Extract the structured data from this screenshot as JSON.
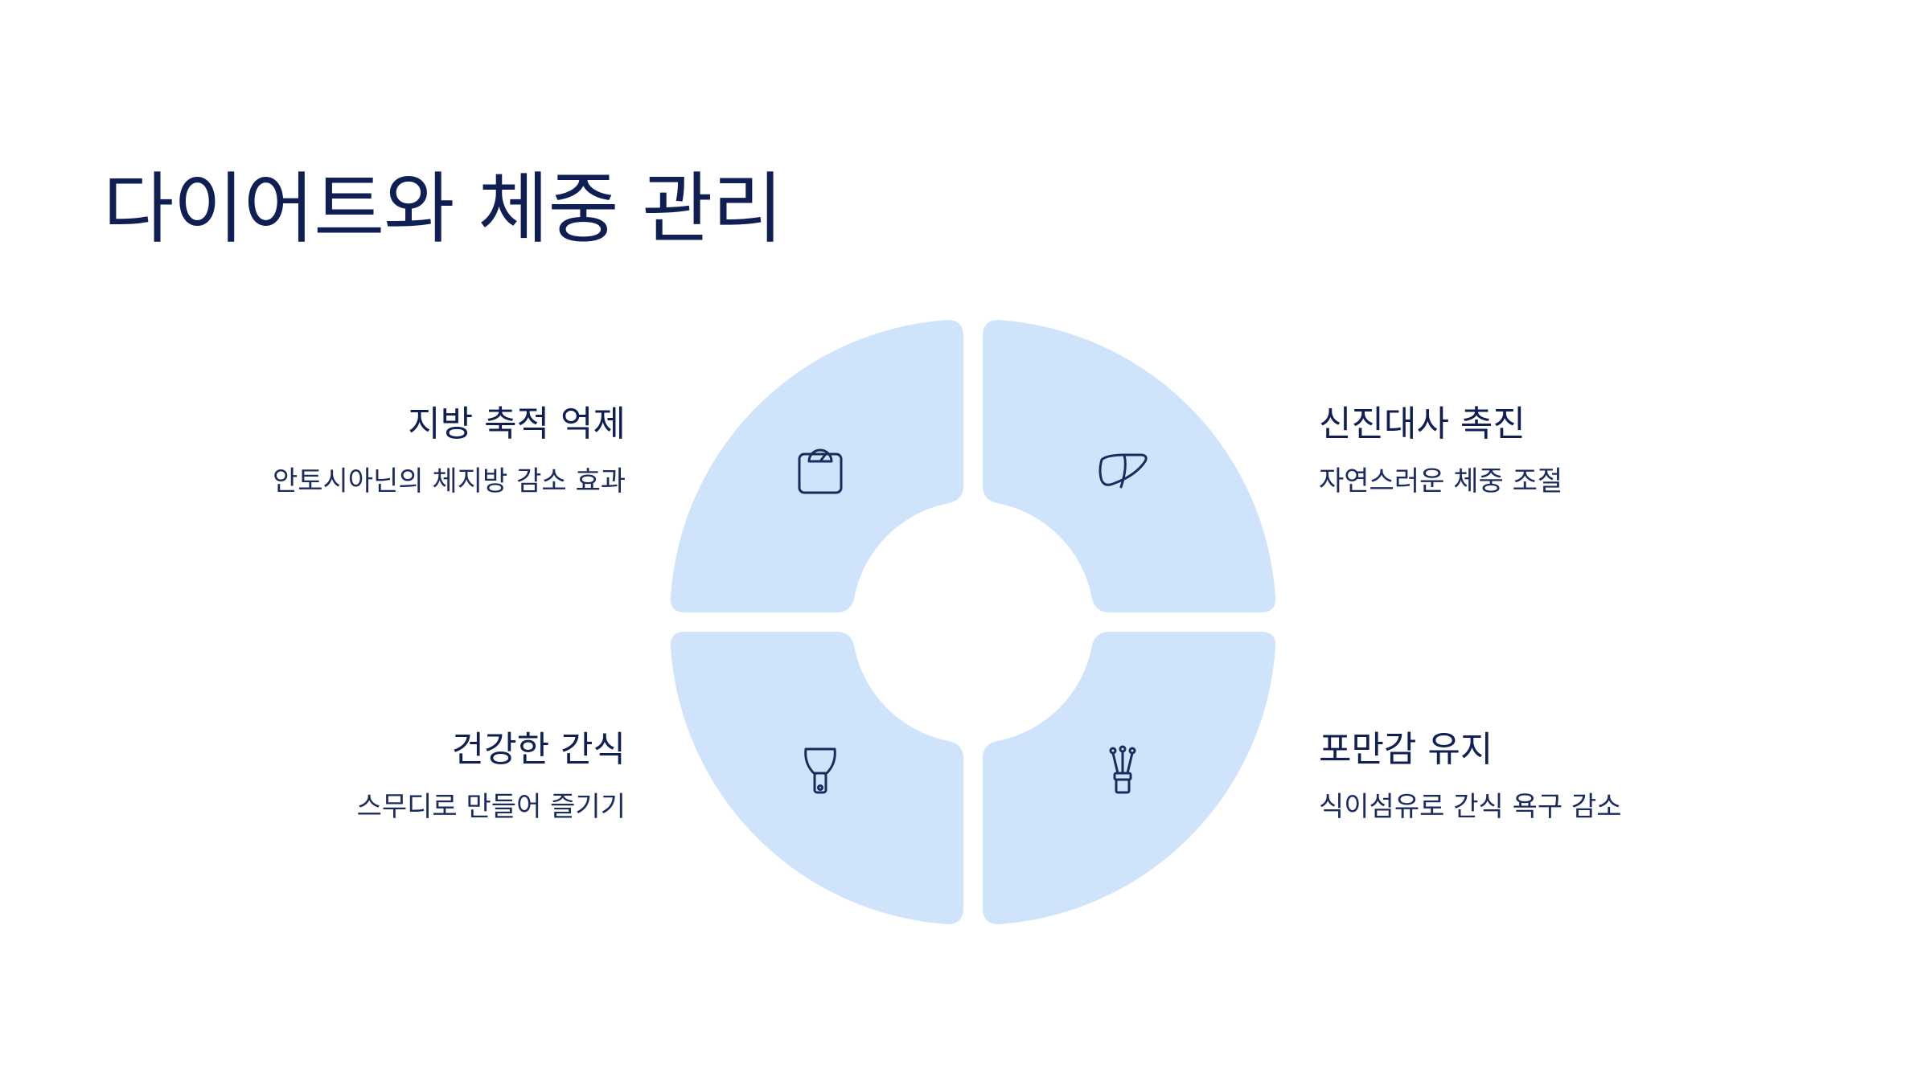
{
  "title": "다이어트와 체중 관리",
  "colors": {
    "segment": "#cfe4fb",
    "text": "#0f1f54",
    "icon": "#1b2b5e"
  },
  "segments": [
    {
      "id": "top-left",
      "icon": "scale-icon",
      "title": "지방 축적 억제",
      "description": "안토시아닌의 체지방 감소 효과"
    },
    {
      "id": "top-right",
      "icon": "liver-icon",
      "title": "신진대사 촉진",
      "description": "자연스러운 체중 조절"
    },
    {
      "id": "bottom-left",
      "icon": "spatula-icon",
      "title": "건강한 간식",
      "description": "스무디로 만들어 즐기기"
    },
    {
      "id": "bottom-right",
      "icon": "fiber-icon",
      "title": "포만감 유지",
      "description": "식이섬유로 간식 욕구 감소"
    }
  ]
}
